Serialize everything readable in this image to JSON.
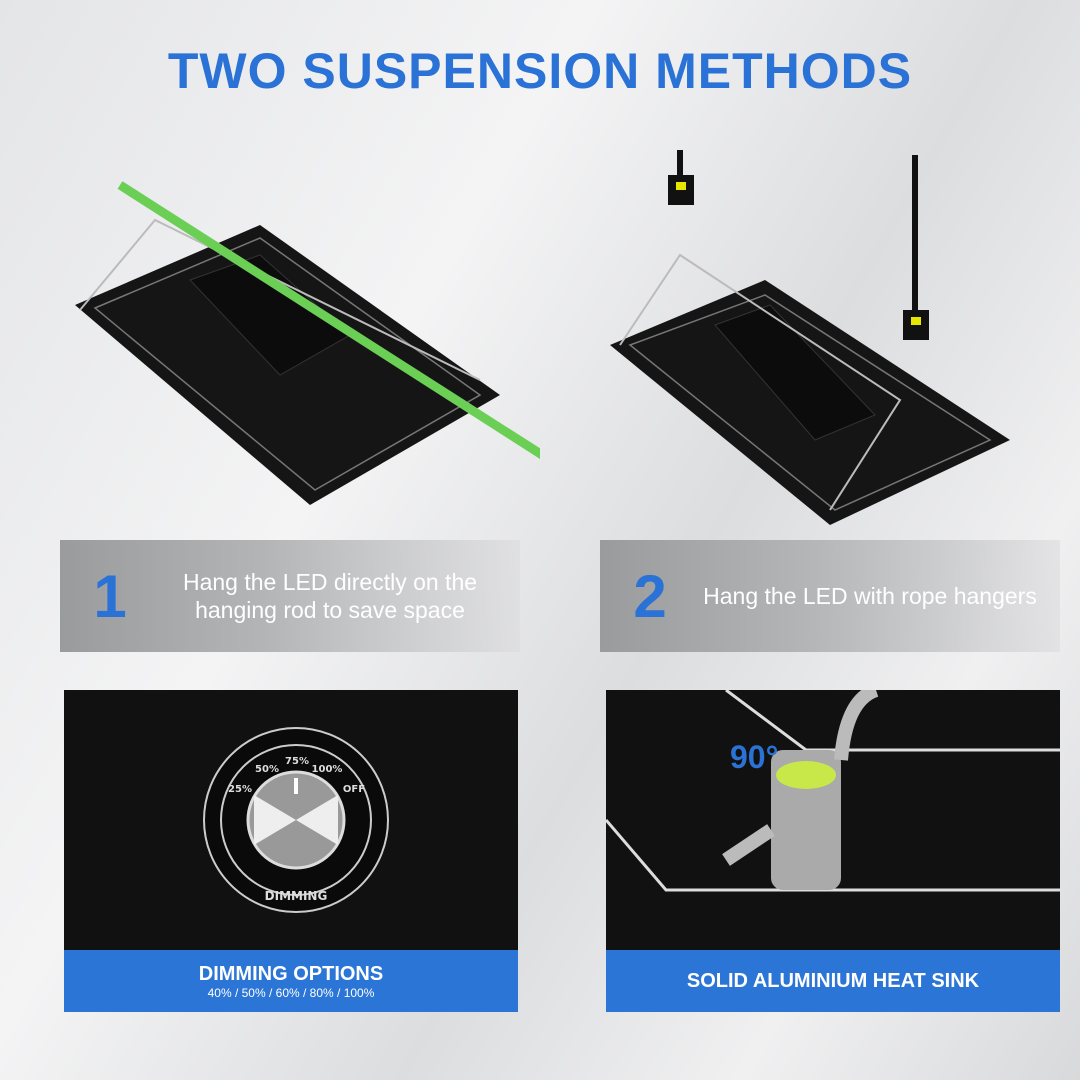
{
  "title": "TWO SUSPENSION METHODS",
  "methods": [
    {
      "number": "1",
      "text": "Hang the LED directly on the hanging rod to save space"
    },
    {
      "number": "2",
      "text": "Hang the LED with rope hangers"
    }
  ],
  "features": [
    {
      "heading": "DIMMING OPTIONS",
      "sub": "40% / 50% / 60% / 80% / 100%",
      "knob_labels": [
        "25%",
        "50%",
        "75%",
        "100%",
        "OFF"
      ],
      "knob_caption": "DIMMING"
    },
    {
      "heading": "SOLID ALUMINIUM HEAT SINK",
      "angle_label": "90°"
    }
  ],
  "colors": {
    "accent": "#2a72d5",
    "bar": "#2b75d6"
  }
}
